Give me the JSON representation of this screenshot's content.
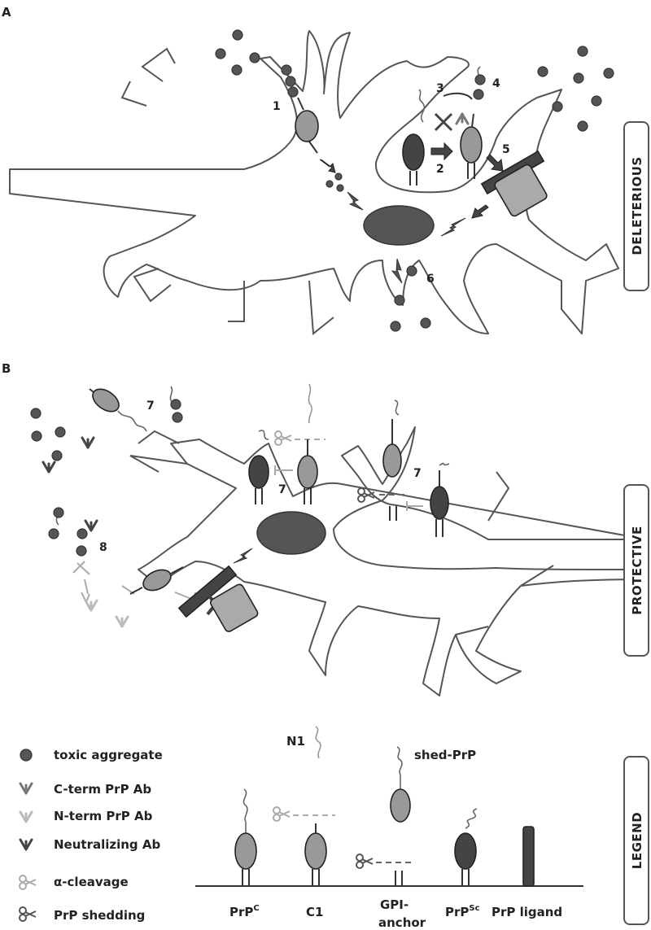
{
  "panels": {
    "a": {
      "letter": "A",
      "side_label": "DELETERIOUS",
      "numbers": {
        "n1": "1",
        "n2": "2",
        "n3": "3",
        "n4": "4",
        "n5": "5",
        "n6": "6"
      }
    },
    "b": {
      "letter": "B",
      "side_label": "PROTECTIVE",
      "numbers": {
        "n7a": "7",
        "n7b": "7",
        "n7c": "7",
        "n8": "8"
      }
    }
  },
  "legend": {
    "side_label": "LEGEND",
    "items": [
      {
        "label": "toxic aggregate",
        "icon": "aggregate-dot"
      },
      {
        "label": "C-term PrP Ab",
        "icon": "antibody-y-mid-gray"
      },
      {
        "label": "N-term PrP Ab",
        "icon": "antibody-y-light-gray"
      },
      {
        "label": "Neutralizing Ab",
        "icon": "antibody-y-dark"
      },
      {
        "label": "α-cleavage",
        "icon": "scissors-light"
      },
      {
        "label": "PrP shedding",
        "icon": "scissors-dark"
      }
    ],
    "species": {
      "n1": "N1",
      "shed": "shed-PrP",
      "prpc_base": "PrP",
      "prpc_sup": "C",
      "c1": "C1",
      "gpi_line1": "GPI-",
      "gpi_line2": "anchor",
      "prpsc_base": "PrP",
      "prpsc_sup": "Sc",
      "ligand": "PrP ligand"
    }
  },
  "colors": {
    "dark": "#444444",
    "mid": "#999999",
    "light": "#bbbbbb",
    "outline": "#555555"
  }
}
